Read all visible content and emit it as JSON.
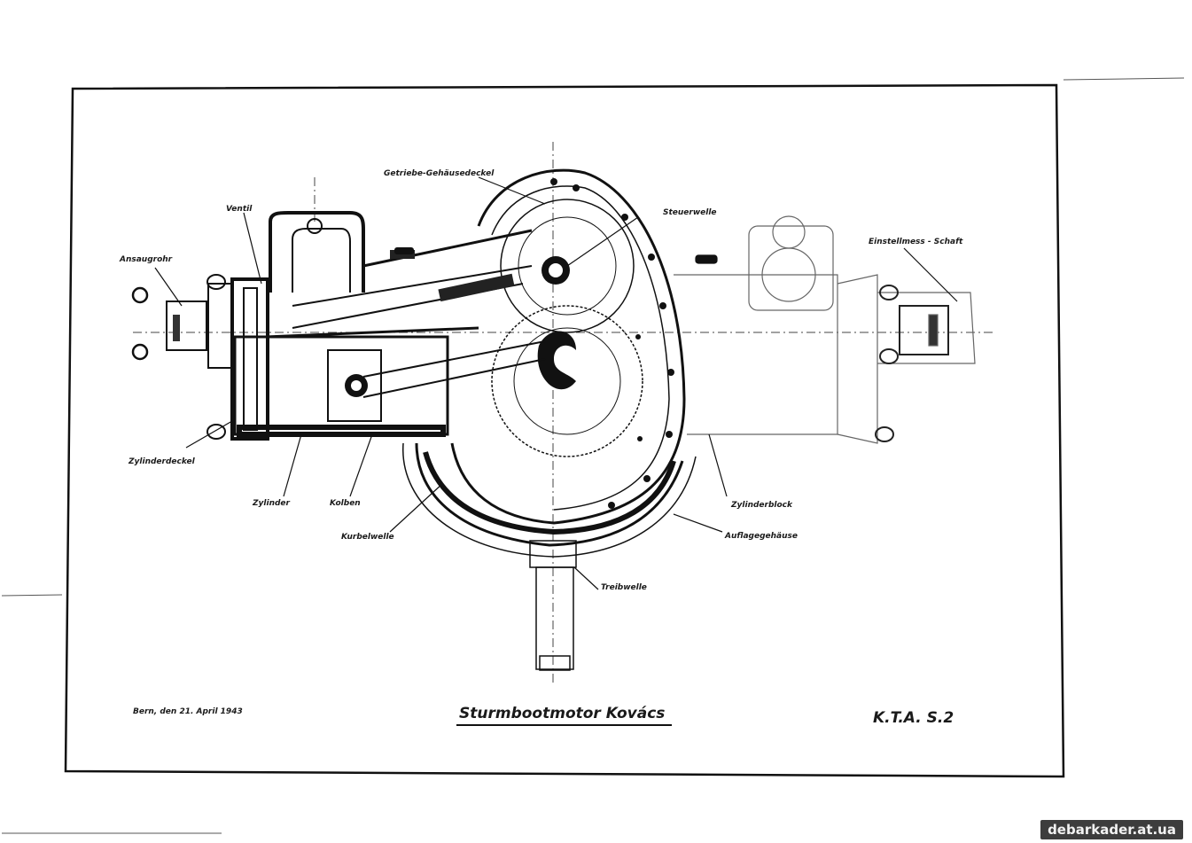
{
  "drawing": {
    "title": "Sturmbootmotor Kovács",
    "code": "K.T.A. S.2",
    "date_note": "Bern, den 21. April 1943",
    "labels": {
      "zylinder_top": "Ventil",
      "ansaug": "Ansaugrohr",
      "zylinderdeckel": "Zylinderdeckel",
      "zylinder": "Zylinder",
      "kolben": "Kolben",
      "kurbelwelle": "Kurbelwelle",
      "steuerwelle": "Steuerwelle",
      "gehaeuse_deckel": "Getriebe-Gehäusedeckel",
      "einstell_schaft": "Einstellmess - Schaft",
      "zylinderblock": "Zylinderblock",
      "auflage": "Auflagegehäuse",
      "treibwelle": "Treibwelle"
    }
  },
  "site": {
    "watermark": "debarkader.at.ua"
  },
  "colors": {
    "ink": "#111111",
    "paper": "#ffffff",
    "badge": "#3d3d3d"
  }
}
